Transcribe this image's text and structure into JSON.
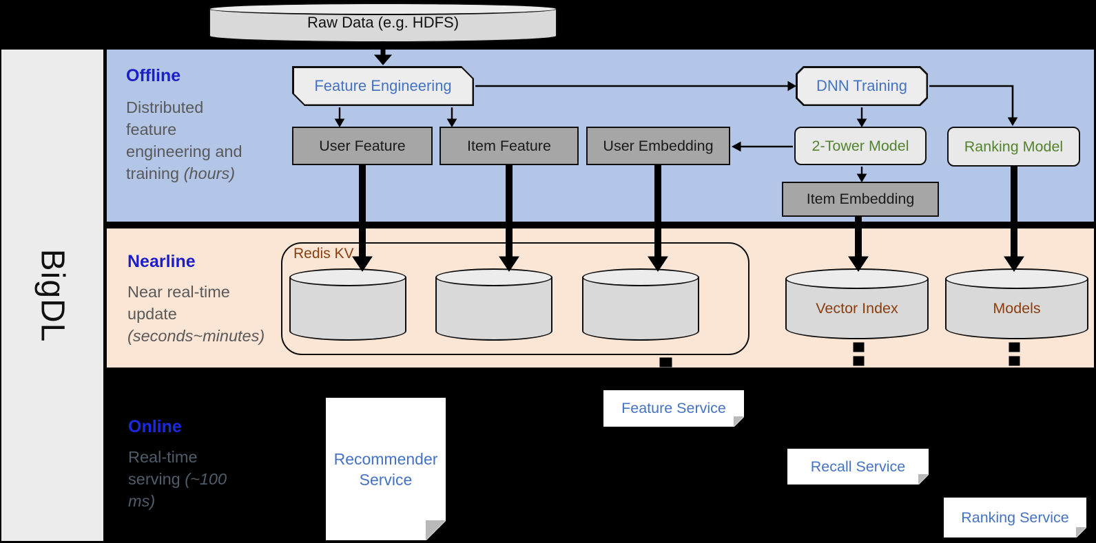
{
  "brand": {
    "name": "BigDL"
  },
  "source": {
    "label": "Raw Data (e.g. HDFS)"
  },
  "sections": {
    "offline": {
      "title": "Offline",
      "desc": "Distributed feature engineering and training",
      "note": "(hours)"
    },
    "nearline": {
      "title": "Nearline",
      "desc": "Near real-time update",
      "note": "(seconds~minutes)"
    },
    "online": {
      "title": "Online",
      "desc": "Real-time serving",
      "note": "(~100 ms)"
    }
  },
  "nodes": {
    "feature_engineering": "Feature Engineering",
    "dnn_training": "DNN Training",
    "user_feature": "User Feature",
    "item_feature": "Item Feature",
    "user_embedding": "User Embedding",
    "two_tower_model": "2-Tower Model",
    "ranking_model": "Ranking Model",
    "item_embedding": "Item Embedding",
    "redis_kv": "Redis KV",
    "vector_index": "Vector Index",
    "models": "Models",
    "recommender_service": "Recommender Service",
    "feature_service": "Feature Service",
    "recall_service": "Recall Service",
    "ranking_service": "Ranking Service"
  },
  "colors": {
    "background": "#000000",
    "offline_band": "#b3c6e7",
    "nearline_band": "#fbe5d5",
    "sidebar_bar": "#ececec",
    "section_title": "#1a1ecb",
    "muted_text": "#595959",
    "node_blue_text": "#4472c4",
    "node_green_text": "#54832f",
    "storage_brown_text": "#8a3d0f",
    "gray_node_fill": "#a6a6a6",
    "light_node_fill": "#ededed",
    "cylinder_fill": "#d9d9d9"
  }
}
